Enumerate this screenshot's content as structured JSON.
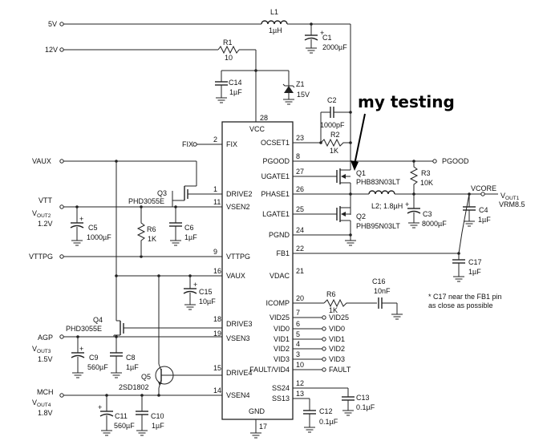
{
  "title_note": "my testing",
  "ic": {
    "left_pins": [
      {
        "num": "2",
        "name": "FIX"
      },
      {
        "num": "1",
        "name": "DRIVE2"
      },
      {
        "num": "11",
        "name": "VSEN2"
      },
      {
        "num": "9",
        "name": "VTTPG"
      },
      {
        "num": "16",
        "name": "VAUX"
      },
      {
        "num": "18",
        "name": "DRIVE3"
      },
      {
        "num": "19",
        "name": "VSEN3"
      },
      {
        "num": "15",
        "name": "DRIVE4"
      },
      {
        "num": "14",
        "name": "VSEN4"
      }
    ],
    "right_pins": [
      {
        "num": "23",
        "name": "OCSET1"
      },
      {
        "num": "8",
        "name": "PGOOD"
      },
      {
        "num": "27",
        "name": "UGATE1"
      },
      {
        "num": "26",
        "name": "PHASE1"
      },
      {
        "num": "25",
        "name": "LGATE1"
      },
      {
        "num": "24",
        "name": "PGND"
      },
      {
        "num": "22",
        "name": "FB1"
      },
      {
        "num": "21",
        "name": "VDAC"
      },
      {
        "num": "20",
        "name": "ICOMP"
      },
      {
        "num": "7",
        "name": "VID25"
      },
      {
        "num": "6",
        "name": "VID0"
      },
      {
        "num": "5",
        "name": "VID1"
      },
      {
        "num": "4",
        "name": "VID2"
      },
      {
        "num": "3",
        "name": "VID3"
      },
      {
        "num": "10",
        "name": "FAULT/VID4"
      },
      {
        "num": "12",
        "name": "SS24"
      },
      {
        "num": "13",
        "name": "SS13"
      }
    ],
    "vcc_label": "VCC",
    "vcc_pin": "28",
    "gnd_label": "GND",
    "gnd_pin": "17"
  },
  "right_signals": [
    "VID25",
    "VID0",
    "VID1",
    "VID2",
    "VID3",
    "FAULT"
  ],
  "nets": {
    "v5": "5V",
    "v12": "12V",
    "fix": "FIX",
    "vaux": "VAUX",
    "vtt": "VTT",
    "vout2": "V",
    "vout2_sub": "OUT2",
    "vout2_val": "1.2V",
    "vttpg": "VTTPG",
    "agp": "AGP",
    "vout3": "V",
    "vout3_sub": "OUT3",
    "vout3_val": "1.5V",
    "mch": "MCH",
    "vout4": "V",
    "vout4_sub": "OUT4",
    "vout4_val": "1.8V",
    "pgood": "PGOOD",
    "vcore": "VCORE",
    "vout1": "V",
    "vout1_sub": "OUT1",
    "vrm": "VRM8.5"
  },
  "components": {
    "L1": {
      "ref": "L1",
      "val": "1µH"
    },
    "C1": {
      "ref": "C1",
      "val": "2000µF"
    },
    "R1": {
      "ref": "R1",
      "val": "10"
    },
    "C14": {
      "ref": "C14",
      "val": "1µF"
    },
    "Z1": {
      "ref": "Z1",
      "val": "15V"
    },
    "C2": {
      "ref": "C2",
      "val": "1000pF"
    },
    "R2": {
      "ref": "R2",
      "val": "1K"
    },
    "R3": {
      "ref": "R3",
      "val": "10K"
    },
    "Q1": {
      "ref": "Q1",
      "val": "PHB83N03LT"
    },
    "L2": {
      "ref": "L2; 1.8µH"
    },
    "Q2": {
      "ref": "Q2",
      "val": "PHB95N03LT"
    },
    "C3": {
      "ref": "C3",
      "val": "8000µF"
    },
    "C4": {
      "ref": "C4",
      "val": "1µF"
    },
    "Q3": {
      "ref": "Q3",
      "val": "PHD3055E"
    },
    "C5": {
      "ref": "C5",
      "val": "1000µF"
    },
    "R6a": {
      "ref": "R6",
      "val": "1K"
    },
    "C6": {
      "ref": "C6",
      "val": "1µF"
    },
    "C17": {
      "ref": "C17",
      "val": "1µF"
    },
    "C15": {
      "ref": "C15",
      "val": "10µF"
    },
    "R6b": {
      "ref": "R6",
      "val": "1K"
    },
    "C16": {
      "ref": "C16",
      "val": "10nF"
    },
    "Q4": {
      "ref": "Q4",
      "val": "PHD3055E"
    },
    "C9": {
      "ref": "C9",
      "val": "560µF"
    },
    "C8": {
      "ref": "C8",
      "val": "1µF"
    },
    "Q5": {
      "ref": "Q5",
      "val": "2SD1802"
    },
    "C11": {
      "ref": "C11",
      "val": "560µF"
    },
    "C10": {
      "ref": "C10",
      "val": "1µF"
    },
    "C12": {
      "ref": "C12",
      "val": "0.1µF"
    },
    "C13": {
      "ref": "C13",
      "val": "0.1µF"
    }
  },
  "note": [
    "* C17 near the FB1 pin",
    "as close as possible"
  ]
}
